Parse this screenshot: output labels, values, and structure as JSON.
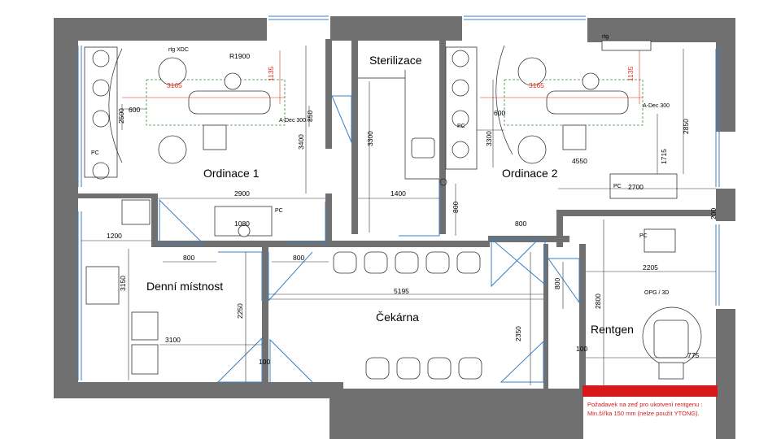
{
  "rooms": {
    "ordinace1": "Ordinace 1",
    "ordinace2": "Ordinace 2",
    "sterilizace": "Sterilizace",
    "denni": "Denní místnost",
    "cekarna": "Čekárna",
    "rentgen": "Rentgen"
  },
  "equipment": {
    "rtg_xdc": "rtg XDC",
    "rtg": "rtg",
    "adec1": "A-Dec 300",
    "adec2": "A-Dec 300",
    "pc1": "PC",
    "pc2": "PC",
    "pc3": "PC",
    "pc4": "PC",
    "pc5": "PC",
    "opg": "OPG / 3D"
  },
  "dimensions": {
    "r1900": "R1900",
    "d3165a": "3165",
    "d1135a": "1135",
    "d3165b": "3165",
    "d1135b": "1135",
    "d2500": "2500",
    "d600a": "600",
    "d850": "850",
    "d3400": "3400",
    "d3300a": "3300",
    "d600b": "600",
    "d3300b": "3300",
    "d4550": "4550",
    "d2850": "2850",
    "d1715": "1715",
    "d2900": "2900",
    "d1080": "1080",
    "d1400": "1400",
    "d800a": "800",
    "d2700": "2700",
    "d800b": "800",
    "d1200": "1200",
    "d800c": "800",
    "d800d": "800",
    "d3150": "3150",
    "d2205": "2205",
    "d5195": "5195",
    "d800e": "800",
    "d2800": "2800",
    "d2250": "2250",
    "d3100": "3100",
    "d2350": "2350",
    "d100a": "100",
    "d775": "775",
    "d100b": "100",
    "d200": "200"
  },
  "note": {
    "line1": "Požadavek na zeď pro ukotvení rentgenu :",
    "line2": "Min.šířka 150 mm (nelze použít YTONG)."
  },
  "colors": {
    "wall": "#707070",
    "door": "#3b7fc4",
    "warning": "#d21e1e",
    "anchor_wall": "#d61a1a"
  }
}
